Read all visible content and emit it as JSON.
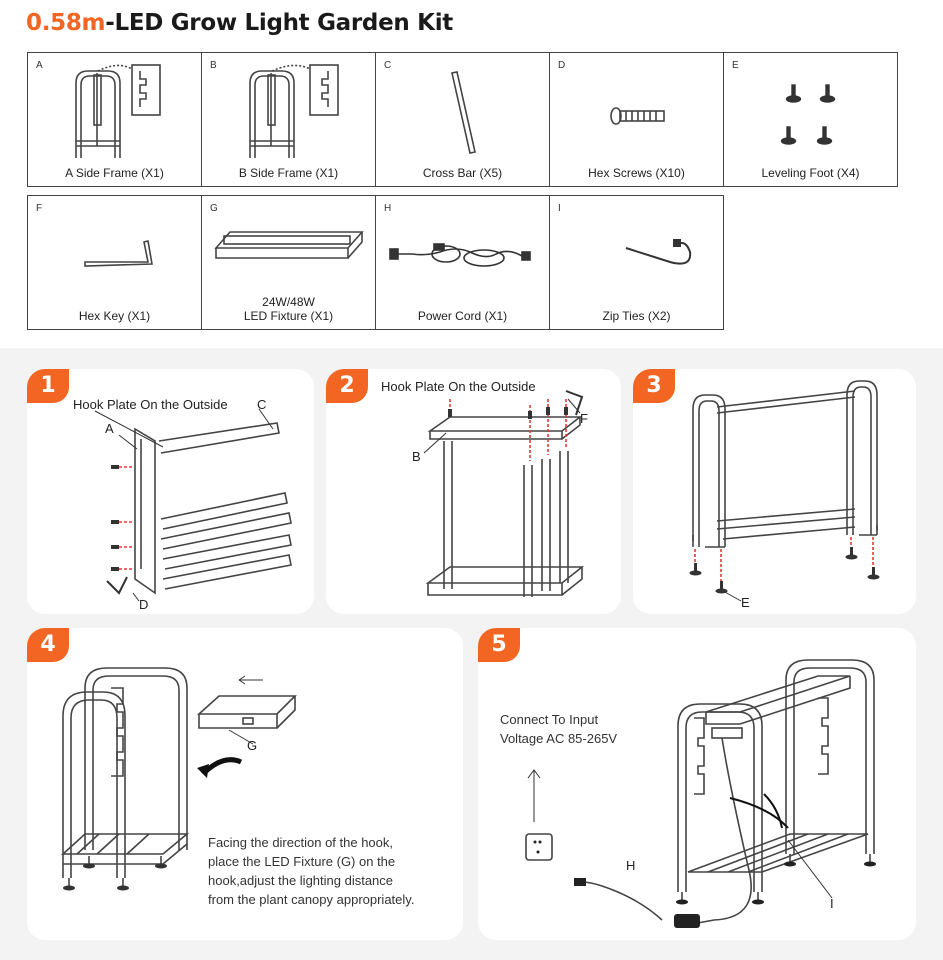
{
  "title": {
    "accent": "0.58m",
    "rest": "-LED Grow Light Garden Kit"
  },
  "parts": [
    {
      "letter": "A",
      "caption": "A Side Frame (X1)"
    },
    {
      "letter": "B",
      "caption": "B Side Frame (X1)"
    },
    {
      "letter": "C",
      "caption": "Cross Bar (X5)"
    },
    {
      "letter": "D",
      "caption": "Hex Screws (X10)"
    },
    {
      "letter": "E",
      "caption": "Leveling Foot (X4)"
    },
    {
      "letter": "F",
      "caption": "Hex Key (X1)"
    },
    {
      "letter": "G",
      "caption_line1": "24W/48W",
      "caption_line2": "LED Fixture (X1)"
    },
    {
      "letter": "H",
      "caption": "Power Cord (X1)"
    },
    {
      "letter": "I",
      "caption": "Zip Ties (X2)"
    }
  ],
  "steps": [
    {
      "number": "1",
      "hook_label": "Hook Plate On the Outside",
      "labels": {
        "a": "A",
        "c": "C",
        "d": "D"
      }
    },
    {
      "number": "2",
      "hook_label": "Hook Plate On the Outside",
      "labels": {
        "b": "B",
        "f": "F"
      }
    },
    {
      "number": "3",
      "labels": {
        "e": "E"
      }
    },
    {
      "number": "4",
      "labels": {
        "g": "G"
      },
      "instruction_lines": [
        "Facing the direction of the hook,",
        "place the LED Fixture (G) on the",
        "hook,adjust the lighting distance",
        "from the plant canopy appropriately."
      ]
    },
    {
      "number": "5",
      "connect_lines": [
        "Connect To Input",
        "Voltage AC 85-265V"
      ],
      "labels": {
        "h": "H",
        "i": "I"
      }
    }
  ],
  "colors": {
    "accent": "#f26522",
    "panel_bg": "#f3f3f3",
    "line": "#444444"
  }
}
